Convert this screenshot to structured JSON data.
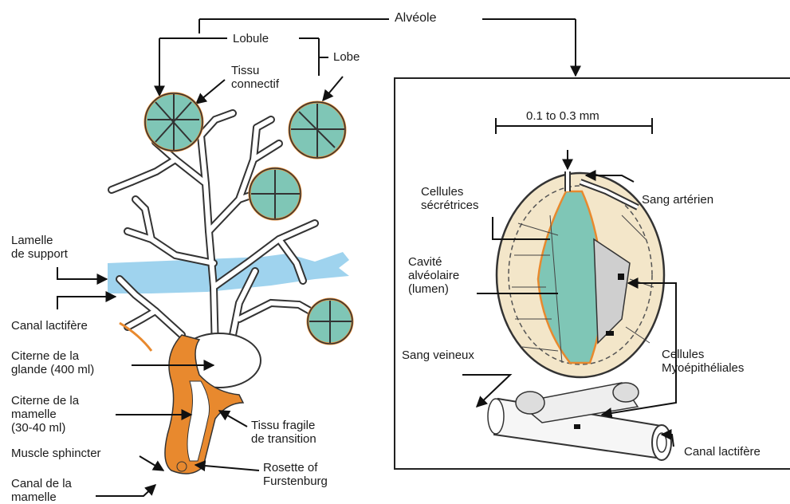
{
  "top": {
    "alveole": "Alvéole",
    "lobule": "Lobule",
    "lobe": "Lobe",
    "tissu_connectif": "Tissu\nconnectif"
  },
  "left": {
    "lamelle": "Lamelle\nde support",
    "canal_lactifere": "Canal lactifère",
    "citerne_glande": "Citerne de la\nglande (400 ml)",
    "citerne_mamelle": "Citerne de la\nmamelle\n(30-40 ml)",
    "muscle_sphincter": "Muscle sphincter",
    "canal_mamelle": "Canal de la\nmamelle",
    "tissu_fragile": "Tissu fragile\nde transition",
    "rosette": "Rosette of\nFurstenburg"
  },
  "right": {
    "scale": "0.1 to 0.3 mm",
    "cellules_secretrices": "Cellules\nsécrétrices",
    "sang_arterien": "Sang artérien",
    "cavite": "Cavité\nalvéolaire\n(lumen)",
    "sang_veineux": "Sang veineux",
    "myo": "Cellules\nMyoépithéliales",
    "canal_lactifere": "Canal lactifère"
  },
  "colors": {
    "orange": "#e8892e",
    "blue": "#9fd3ee",
    "teal": "#7fc6b6",
    "tissue": "#f3e6c9"
  }
}
